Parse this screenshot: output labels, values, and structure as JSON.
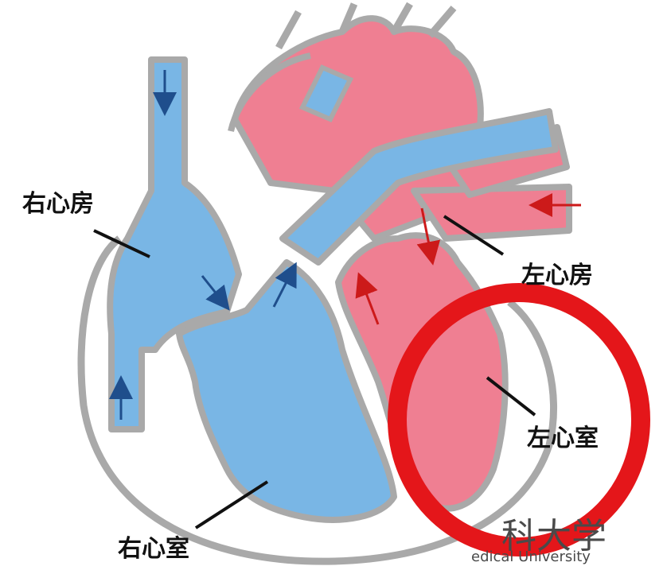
{
  "labels": {
    "right_atrium": "右心房",
    "left_atrium": "左心房",
    "right_ventricle": "右心室",
    "left_ventricle": "左心室"
  },
  "watermark": {
    "main": "科大学",
    "sub": "edical University"
  },
  "colors": {
    "venous_blue": "#79b6e5",
    "arterial_red": "#ef7f92",
    "wall_gray": "#a9a9a9",
    "arrow_blue": "#1f4e8c",
    "arrow_red": "#cc1a1a",
    "highlight_ring": "#e4161a"
  }
}
